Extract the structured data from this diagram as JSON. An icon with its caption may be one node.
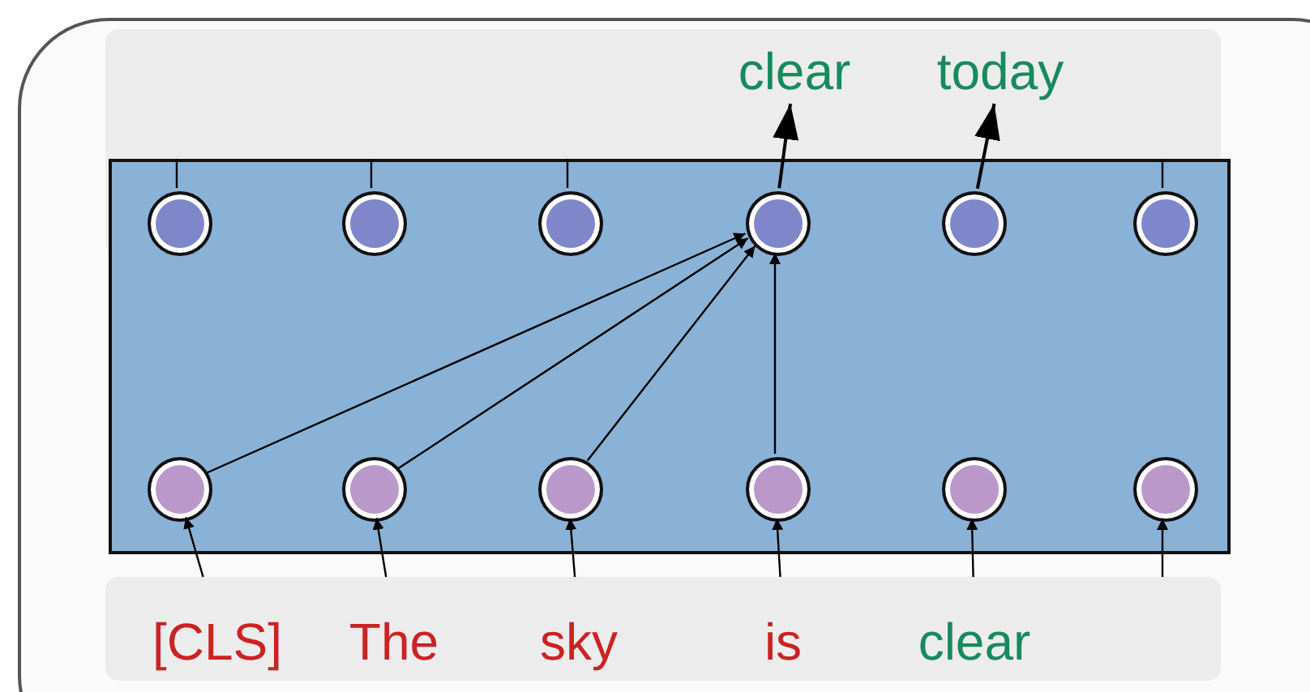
{
  "diagram": {
    "nodes": [
      {
        "text": [
          "clear"
        ]
      },
      {
        "text": [
          "today"
        ]
      },
      {
        "text": [],
        "shape": "box"
      },
      {
        "text": [],
        "shape": "circle",
        "in": 2
      },
      {
        "text": [],
        "shape": "circle",
        "in": 2
      },
      {
        "text": [],
        "shape": "circle",
        "in": 2
      },
      {
        "text": [],
        "shape": "circle",
        "in": 2
      },
      {
        "text": [],
        "shape": "circle",
        "in": 2
      },
      {
        "text": [],
        "shape": "circle",
        "in": 2
      },
      {
        "text": [],
        "shape": "circle",
        "in": 2
      },
      {
        "text": [],
        "shape": "circle",
        "in": 2
      },
      {
        "text": [],
        "shape": "circle",
        "in": 2
      },
      {
        "text": [],
        "shape": "circle",
        "in": 2
      },
      {
        "text": [],
        "shape": "circle",
        "in": 2
      },
      {
        "text": [],
        "shape": "circle",
        "in": 2
      },
      {
        "text": [
          "[CLS]"
        ]
      },
      {
        "text": [
          "The"
        ]
      },
      {
        "text": [
          "sky"
        ]
      },
      {
        "text": [
          "is"
        ]
      },
      {
        "text": [
          "clear"
        ]
      }
    ],
    "edges": [
      {
        "from": 15,
        "to": 9,
        "arrow": "to"
      },
      {
        "from": 16,
        "to": 10,
        "arrow": "to"
      },
      {
        "from": 17,
        "to": 11,
        "arrow": "to"
      },
      {
        "from": 18,
        "to": 12,
        "arrow": "to"
      },
      {
        "from": 19,
        "to": 13,
        "arrow": "to"
      },
      {
        "from": null,
        "to": 14,
        "arrow": "to"
      },
      {
        "from": 9,
        "to": 6,
        "arrow": "to"
      },
      {
        "from": 10,
        "to": 6,
        "arrow": "to"
      },
      {
        "from": 11,
        "to": 6,
        "arrow": "to"
      },
      {
        "from": 12,
        "to": 6,
        "arrow": "to"
      },
      {
        "from": 6,
        "to": 0,
        "arrow": "to"
      },
      {
        "from": 7,
        "to": 1,
        "arrow": "to"
      },
      {
        "from": 3,
        "to": null,
        "arrow": "none"
      },
      {
        "from": 4,
        "to": null,
        "arrow": "none"
      },
      {
        "from": 5,
        "to": null,
        "arrow": "none"
      },
      {
        "from": 8,
        "to": null,
        "arrow": "none"
      }
    ]
  }
}
